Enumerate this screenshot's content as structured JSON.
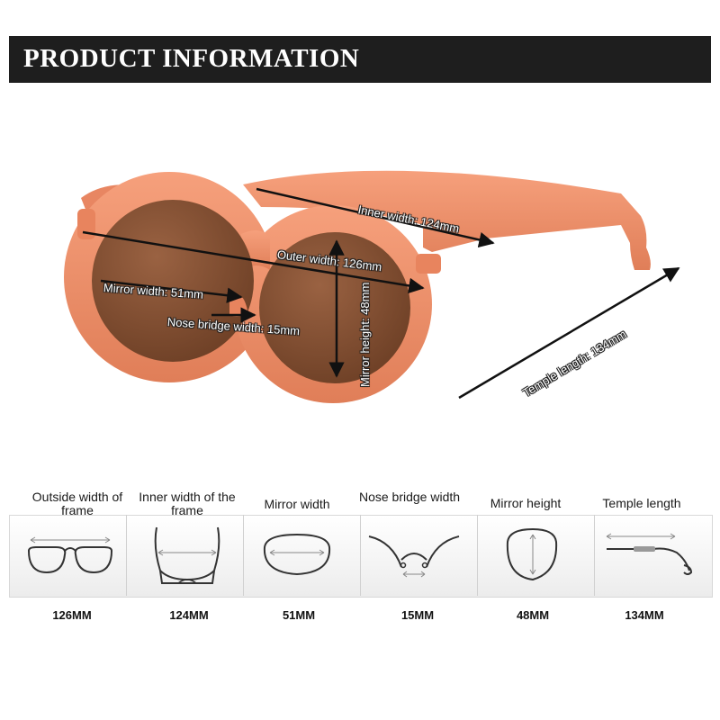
{
  "header": {
    "title": "PRODUCT INFORMATION"
  },
  "product": {
    "frame_color": "#f0906a",
    "lens_color": "#8a5535",
    "annotations": {
      "inner_width": "Inner width: 124mm",
      "outer_width": "Outer width: 126mm",
      "mirror_width": "Mirror width: 51mm",
      "nose_bridge": "Nose bridge width: 15mm",
      "mirror_height": "Mirror height: 48mm",
      "temple_length": "Temple length: 134mm"
    }
  },
  "specs": [
    {
      "label": "Outside width of frame",
      "value": "126MM",
      "icon": "glasses-front-icon"
    },
    {
      "label": "Inner width of the frame",
      "value": "124MM",
      "icon": "glasses-top-icon"
    },
    {
      "label": "Mirror width",
      "value": "51MM",
      "icon": "lens-width-icon"
    },
    {
      "label": "Nose bridge width",
      "value": "15MM",
      "icon": "nose-bridge-icon"
    },
    {
      "label": "Mirror height",
      "value": "48MM",
      "icon": "lens-height-icon"
    },
    {
      "label": "Temple length",
      "value": "134MM",
      "icon": "temple-icon"
    }
  ]
}
